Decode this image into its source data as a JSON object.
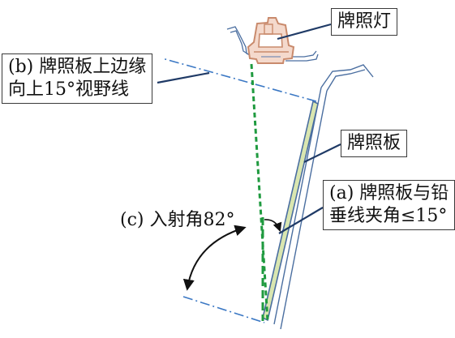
{
  "labels": {
    "lamp": "牌照灯",
    "sightline_line1": "(b) 牌照板上边缘",
    "sightline_line2": "向上15°视野线",
    "plate": "牌照板",
    "plate_angle_line1": "(a) 牌照板与铅",
    "plate_angle_line2": "垂线夹角≤15°",
    "incidence_angle": "(c) 入射角82°"
  },
  "colors": {
    "structure": "#4a6ea0",
    "callout_leader": "#1f3a66",
    "sightline": "#3b78c4",
    "vertical_dash": "#1f9a3f",
    "plate_fill": "#d9e6b0",
    "lamp_body": "#e6b39a",
    "arc": "#111111"
  }
}
